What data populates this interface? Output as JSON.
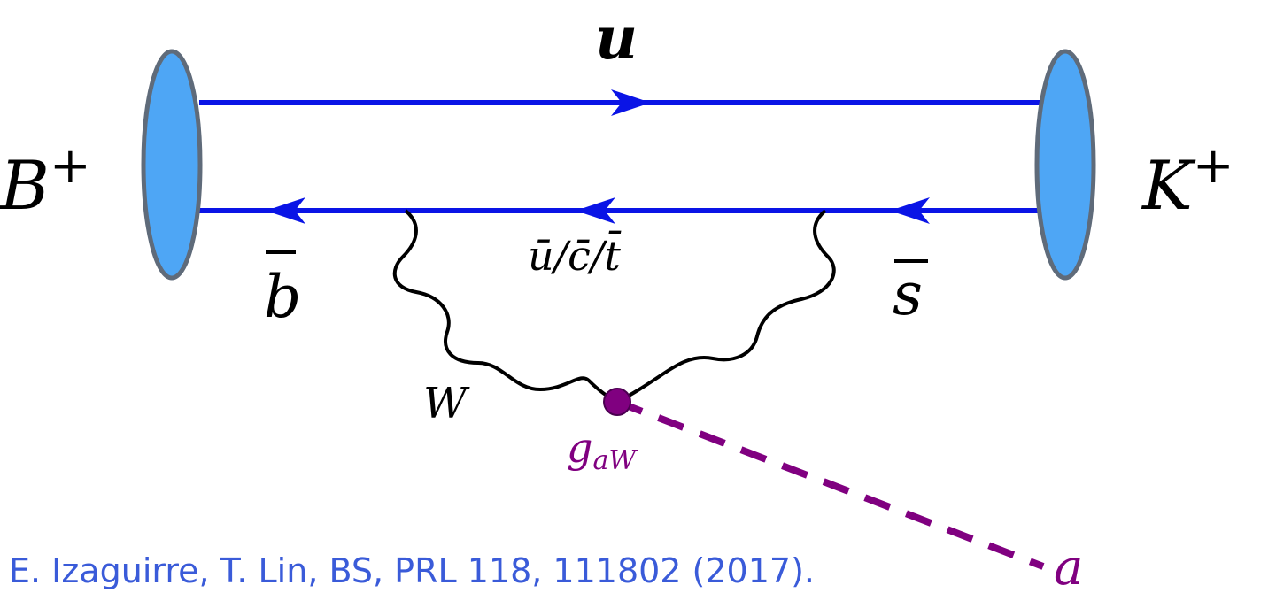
{
  "labels": {
    "initial_meson": "B",
    "initial_charge": "+",
    "final_meson": "K",
    "final_charge": "+",
    "quark_top": "u",
    "quark_bottom_left": "b",
    "quark_bottom_right": "s",
    "loop_quarks": "ū/c̄/t̄",
    "boson": "W",
    "coupling_base": "g",
    "coupling_sub": "aW",
    "axion": "a"
  },
  "citation": "E. Izaguirre, T. Lin, BS, PRL 118, 111802 (2017).",
  "colors": {
    "quark_line": "#0a14e6",
    "meson_fill": "#4ea6f5",
    "meson_stroke": "#5f6b7a",
    "boson_line": "#000000",
    "axion": "#800080",
    "citation": "#3a5bd9"
  }
}
